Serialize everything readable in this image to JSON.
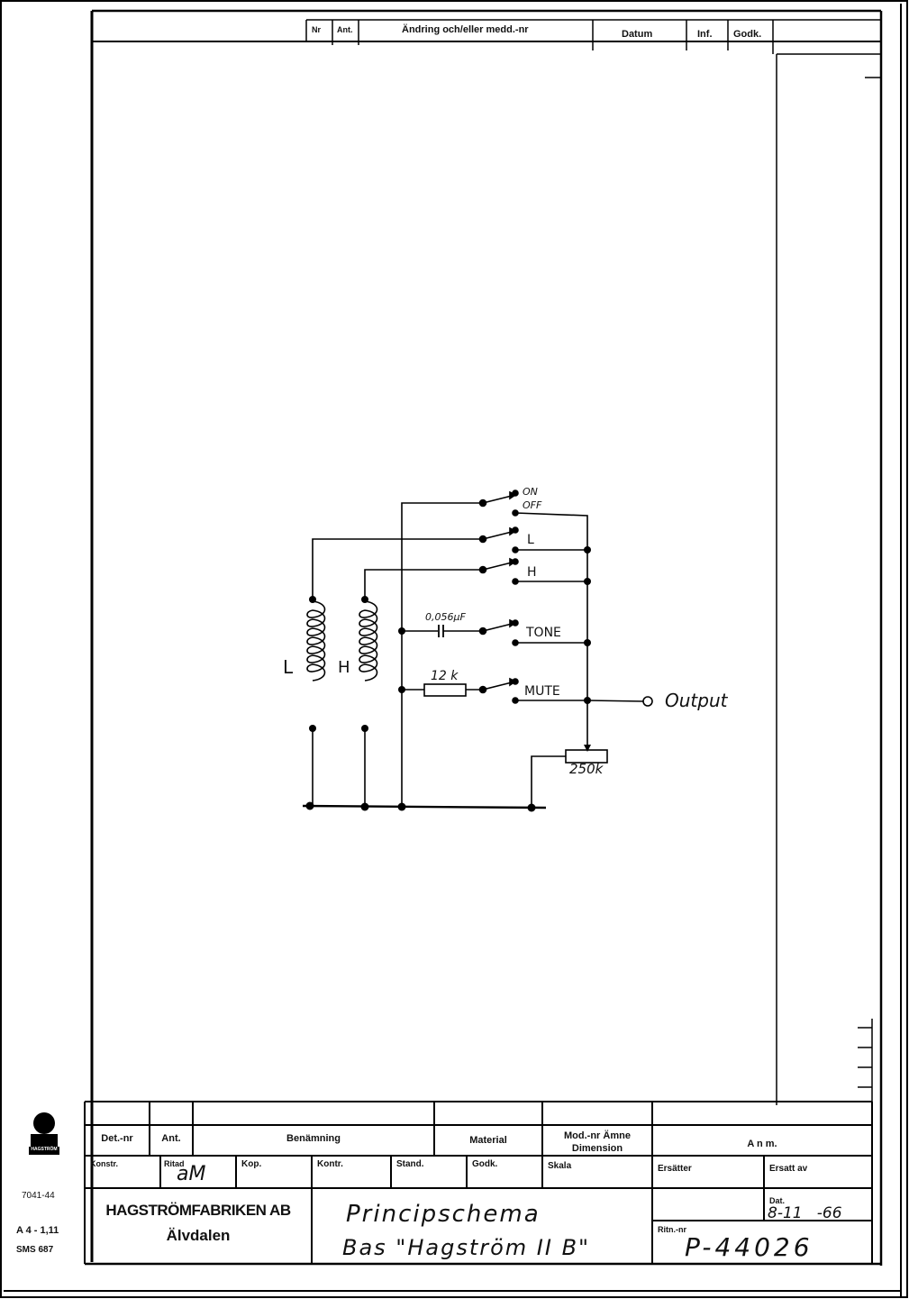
{
  "revision_header": {
    "nr": "Nr",
    "ant": "Ant.",
    "change": "Ändring och/eller medd.-nr",
    "datum": "Datum",
    "inf": "Inf.",
    "godk": "Godk."
  },
  "schematic": {
    "switch_on": "ON",
    "switch_off": "OFF",
    "pickup_l": "L",
    "pickup_h": "H",
    "switch_l": "L",
    "switch_h": "H",
    "capacitor": "0,056µF",
    "tone": "TONE",
    "resistor": "12 k",
    "mute": "MUTE",
    "output": "Output",
    "pot": "250k"
  },
  "title_block": {
    "det_nr": "Det.-nr",
    "ant": "Ant.",
    "benamning": "Benämning",
    "material": "Material",
    "mod_nr": "Mod.-nr Ämne",
    "dimension": "Dimension",
    "anm": "A n m.",
    "konstr": "Konstr.",
    "ritad": "Ritad",
    "ritad_sign": "aM",
    "kop": "Kop.",
    "kontr": "Kontr.",
    "stand": "Stand.",
    "godk": "Godk.",
    "skala": "Skala",
    "ersatter": "Ersätter",
    "ersatt_av": "Ersatt av",
    "company": "HAGSTRÖMFABRIKEN AB",
    "city": "Älvdalen",
    "title_line1": "Principschema",
    "title_line2": "Bas \"Hagström II B\"",
    "dat_label": "Dat.",
    "date_value": "8-11   -66",
    "ritn_label": "Ritn.-nr",
    "drawing_number": "P-44026"
  },
  "margin": {
    "form_no": "7041-44",
    "paper": "A 4 - 1,11",
    "sms": "SMS 687",
    "logo_text": "HAGSTRÖM"
  }
}
